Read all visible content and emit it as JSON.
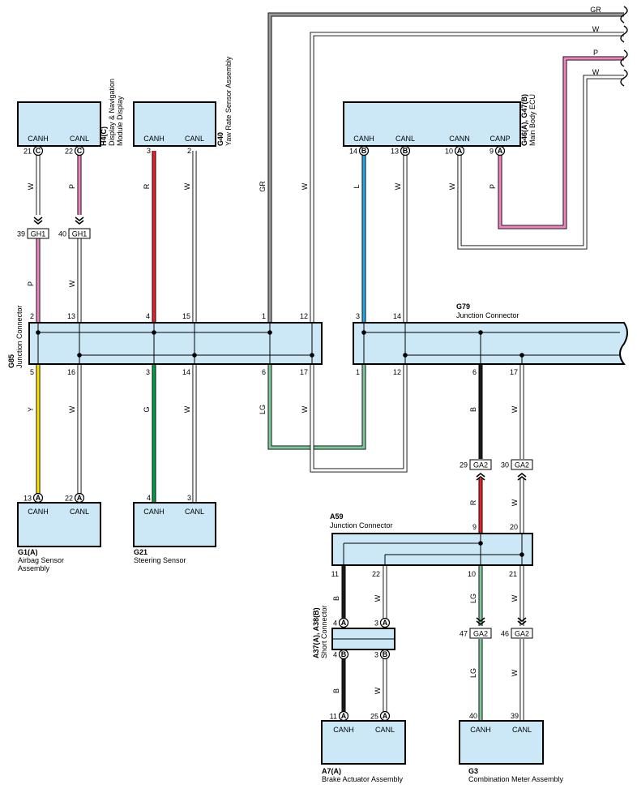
{
  "colors": {
    "GR": "#9a9a9c",
    "W": "#ffffff",
    "P": "#ee85be",
    "R": "#e8202a",
    "L": "#1ea8e6",
    "Y": "#ffe000",
    "G": "#00a04a",
    "LG": "#7ec99a",
    "B": "#1a1a1a",
    "box_fill": "#cce8f6"
  },
  "components": [
    {
      "id": "H4",
      "code": "H4(C)",
      "name1": "Display & Navigation",
      "name2": "Module Display",
      "pins": [
        {
          "label": "CANH",
          "num": "21",
          "letter": "C"
        },
        {
          "label": "CANL",
          "num": "22",
          "letter": "C"
        }
      ]
    },
    {
      "id": "G40",
      "code": "G40",
      "name1": "Yaw Rate Sensor Assembly",
      "name2": "",
      "pins": [
        {
          "label": "CANH",
          "num": "3"
        },
        {
          "label": "CANL",
          "num": "2"
        }
      ]
    },
    {
      "id": "G46",
      "code": "G46(A), G47(B)",
      "name1": "Main Body ECU",
      "name2": "",
      "pins": [
        {
          "label": "CANH",
          "num": "14",
          "letter": "B"
        },
        {
          "label": "CANL",
          "num": "13",
          "letter": "B"
        },
        {
          "label": "CANN",
          "num": "10",
          "letter": "A"
        },
        {
          "label": "CANP",
          "num": "9",
          "letter": "A"
        }
      ]
    },
    {
      "id": "G1",
      "code": "G1(A)",
      "name1": "Airbag Sensor",
      "name2": "Assembly",
      "pins": [
        {
          "label": "CANH",
          "num": "13",
          "letter": "A"
        },
        {
          "label": "CANL",
          "num": "22",
          "letter": "A"
        }
      ]
    },
    {
      "id": "G21",
      "code": "G21",
      "name1": "Steering Sensor",
      "name2": "",
      "pins": [
        {
          "label": "CANH",
          "num": "4"
        },
        {
          "label": "CANL",
          "num": "3"
        }
      ]
    },
    {
      "id": "A7",
      "code": "A7(A)",
      "name1": "Brake Actuator Assembly",
      "name2": "",
      "pins": [
        {
          "label": "CANH",
          "num": "11",
          "letter": "A"
        },
        {
          "label": "CANL",
          "num": "25",
          "letter": "A"
        }
      ]
    },
    {
      "id": "G3",
      "code": "G3",
      "name1": "Combination Meter Assembly",
      "name2": "",
      "pins": [
        {
          "label": "CANH",
          "num": "40"
        },
        {
          "label": "CANL",
          "num": "39"
        }
      ]
    }
  ],
  "junctions": [
    {
      "id": "G85",
      "code": "G85",
      "name": "Junction Connector",
      "top_pins": [
        "2",
        "13",
        "4",
        "15",
        "1",
        "12"
      ],
      "bottom_pins": [
        "5",
        "16",
        "3",
        "14",
        "6",
        "17"
      ]
    },
    {
      "id": "G79",
      "code": "G79",
      "name": "Junction Connector",
      "top_pins": [
        "3",
        "14"
      ],
      "bottom_pins": [
        "1",
        "12",
        "6",
        "17"
      ]
    },
    {
      "id": "A59",
      "code": "A59",
      "name": "Junction Connector",
      "top_pins": [
        "9",
        "20"
      ],
      "bottom_pins": [
        "11",
        "22",
        "10",
        "21"
      ]
    },
    {
      "id": "A37",
      "code": "A37(A), A38(B)",
      "name": "Short Connector",
      "top_pins": [
        {
          "num": "4",
          "letter": "A"
        },
        {
          "num": "3",
          "letter": "A"
        }
      ],
      "bottom_pins": [
        {
          "num": "4",
          "letter": "B"
        },
        {
          "num": "3",
          "letter": "B"
        }
      ]
    }
  ],
  "inline_connectors": [
    {
      "num": "39",
      "code": "GH1"
    },
    {
      "num": "40",
      "code": "GH1"
    },
    {
      "num": "29",
      "code": "GA2"
    },
    {
      "num": "30",
      "code": "GA2"
    },
    {
      "num": "47",
      "code": "GA2"
    },
    {
      "num": "46",
      "code": "GA2"
    }
  ],
  "wire_labels": {
    "h4_canh": "W",
    "h4_canl": "P",
    "gh1_canh": "P",
    "gh1_canl": "W",
    "g40_canh": "R",
    "g40_canl": "W",
    "g85_gr": "GR",
    "g85_w": "W",
    "ecu_canh": "L",
    "ecu_canl": "W",
    "ecu_cann": "W",
    "ecu_canp": "P",
    "g1_canh": "Y",
    "g1_canl": "W",
    "g21_canh": "G",
    "g21_canl": "W",
    "g85_lg": "LG",
    "g85_w17": "W",
    "g79_b": "B",
    "g79_w": "W",
    "a59_r": "R",
    "a59_w": "W",
    "a59_b": "B",
    "a59_w22": "W",
    "a59_lg": "LG",
    "a59_w21": "W",
    "a37_b": "B",
    "a37_w": "W",
    "ga2_lg": "LG",
    "ga2_w": "W",
    "top_gr": "GR",
    "top_w1": "W",
    "top_p": "P",
    "top_w2": "W"
  }
}
